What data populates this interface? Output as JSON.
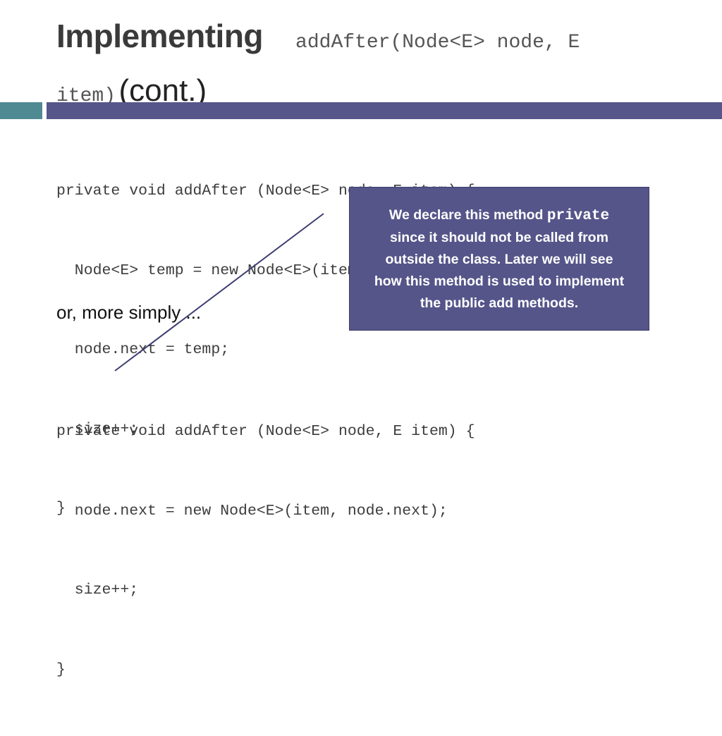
{
  "title": {
    "word": "Implementing",
    "code_part1": "addAfter(Node<E> node, E",
    "code_part2": "item)",
    "suffix": "(cont.)"
  },
  "code_block_1": [
    "private void addAfter (Node<E> node, E item) {",
    "  Node<E> temp = new Node<E>(item, node.next);",
    "  node.next = temp;",
    "  size++;",
    "}"
  ],
  "connector_text": "or, more simply  ...",
  "code_block_2": [
    "private void addAfter (Node<E> node, E item) {",
    "  node.next = new Node<E>(item, node.next);",
    "  size++;",
    "}"
  ],
  "callout": {
    "line1_prefix": "We declare this method ",
    "line1_code": "private",
    "line2": "since it should not be called from",
    "line3": "outside the class.  Later we will see",
    "line4": "how this method is used to implement",
    "line5": "the public add methods."
  },
  "colors": {
    "accent_bar": "#56568a",
    "accent_teal": "#4f8a93",
    "callout_bg": "#55558a",
    "pointer_line": "#3e3e72"
  }
}
